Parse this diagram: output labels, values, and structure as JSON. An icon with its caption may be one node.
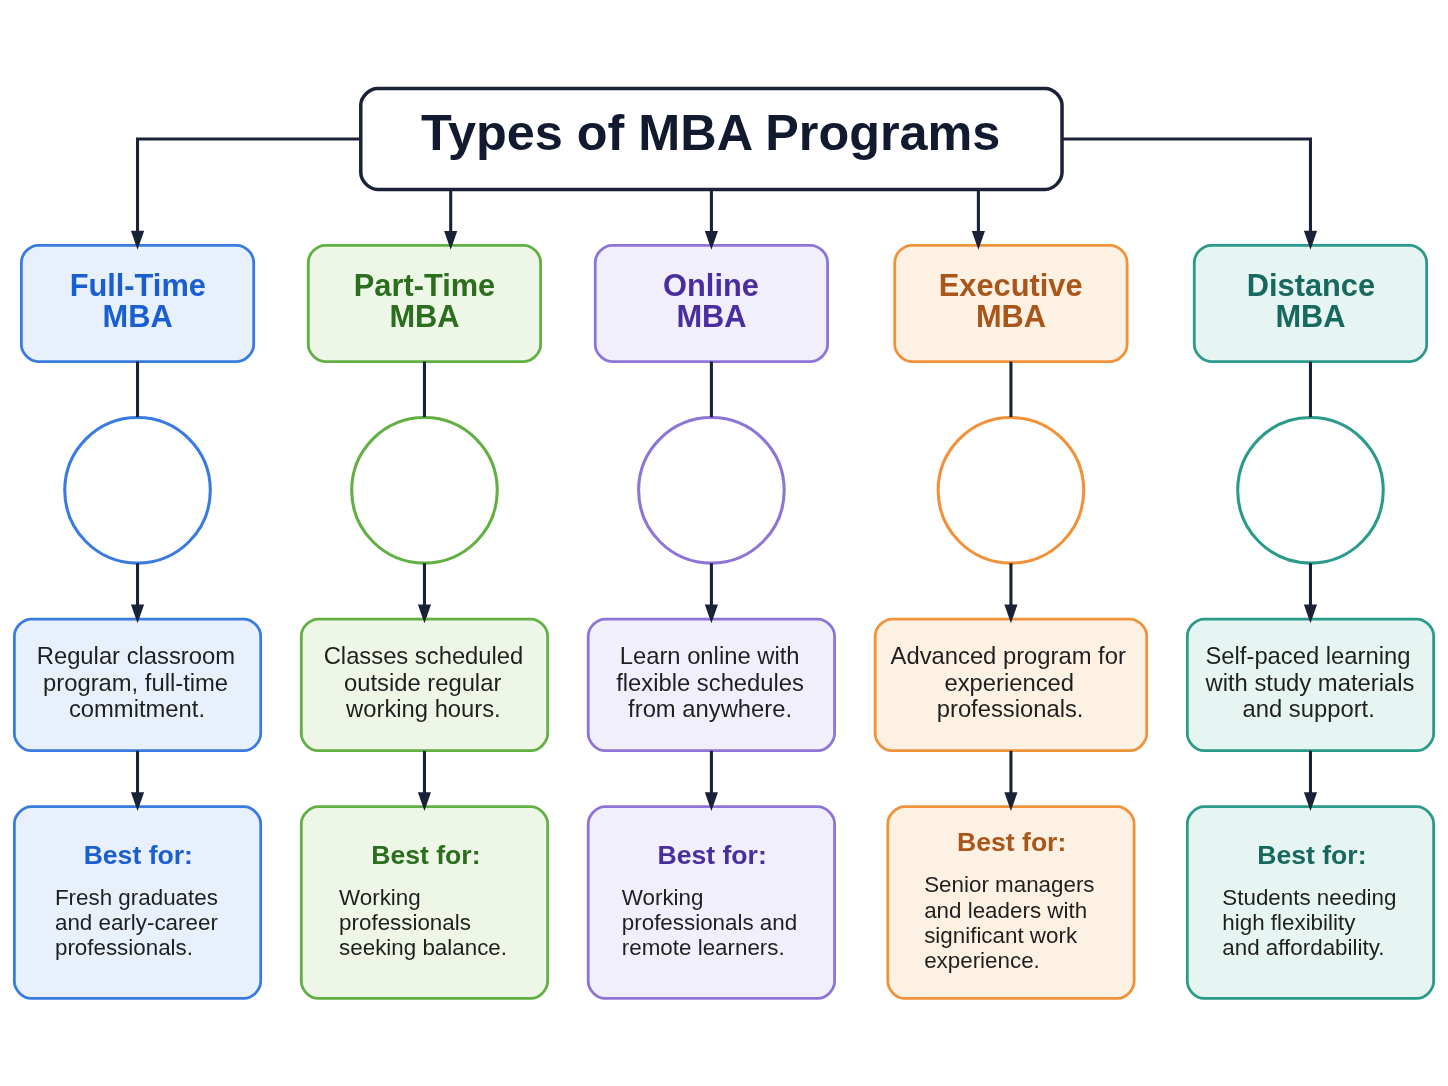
{
  "diagram": {
    "nodes": [
      {
        "text": [
          "Types of MBA Programs"
        ]
      },
      {
        "text": [
          "Full-Time MBA"
        ]
      },
      {
        "text": [
          "Part-Time MBA"
        ]
      },
      {
        "text": [
          "Online MBA"
        ]
      },
      {
        "text": [
          "Executive MBA"
        ]
      },
      {
        "text": [
          "Distance MBA"
        ]
      },
      {
        "text": [],
        "shape": "circle"
      },
      {
        "text": [],
        "shape": "circle"
      },
      {
        "text": [],
        "shape": "circle"
      },
      {
        "text": [],
        "shape": "circle"
      },
      {
        "text": [],
        "shape": "circle"
      },
      {
        "text": [
          "Regular classroom program, full-time commitment."
        ]
      },
      {
        "text": [
          "Classes scheduled outside regular working hours."
        ]
      },
      {
        "text": [
          "Learn online with flexible schedules from anywhere."
        ]
      },
      {
        "text": [
          "Advanced program for experienced professionals."
        ]
      },
      {
        "text": [
          "Self-paced learning with study materials and support."
        ]
      },
      {
        "text": [
          "Best for:",
          "Fresh graduates and early-career professionals."
        ]
      },
      {
        "text": [
          "Best for:",
          "Working professionals seeking balance."
        ]
      },
      {
        "text": [
          "Best for:",
          "Working professionals and remote learners."
        ]
      },
      {
        "text": [
          "Best for:",
          "Senior managers and leaders with significant work experience."
        ]
      },
      {
        "text": [
          "Best for:",
          "Students needing high flexibility and affordability."
        ]
      }
    ],
    "edges": [
      {
        "from": 0,
        "to": 1,
        "arrow": "to"
      },
      {
        "from": 0,
        "to": 2,
        "arrow": "to"
      },
      {
        "from": 0,
        "to": 3,
        "arrow": "to"
      },
      {
        "from": 0,
        "to": 4,
        "arrow": "to"
      },
      {
        "from": 0,
        "to": 5,
        "arrow": "to"
      },
      {
        "from": 1,
        "to": 6,
        "arrow": "none"
      },
      {
        "from": 2,
        "to": 7,
        "arrow": "none"
      },
      {
        "from": 3,
        "to": 8,
        "arrow": "none"
      },
      {
        "from": 4,
        "to": 9,
        "arrow": "none"
      },
      {
        "from": 5,
        "to": 10,
        "arrow": "none"
      },
      {
        "from": 6,
        "to": 11,
        "arrow": "to"
      },
      {
        "from": 7,
        "to": 12,
        "arrow": "to"
      },
      {
        "from": 8,
        "to": 13,
        "arrow": "to"
      },
      {
        "from": 9,
        "to": 14,
        "arrow": "to"
      },
      {
        "from": 10,
        "to": 15,
        "arrow": "to"
      },
      {
        "from": 11,
        "to": 16,
        "arrow": "to"
      },
      {
        "from": 12,
        "to": 17,
        "arrow": "to"
      },
      {
        "from": 13,
        "to": 18,
        "arrow": "to"
      },
      {
        "from": 14,
        "to": 19,
        "arrow": "to"
      },
      {
        "from": 15,
        "to": 20,
        "arrow": "to"
      }
    ]
  }
}
